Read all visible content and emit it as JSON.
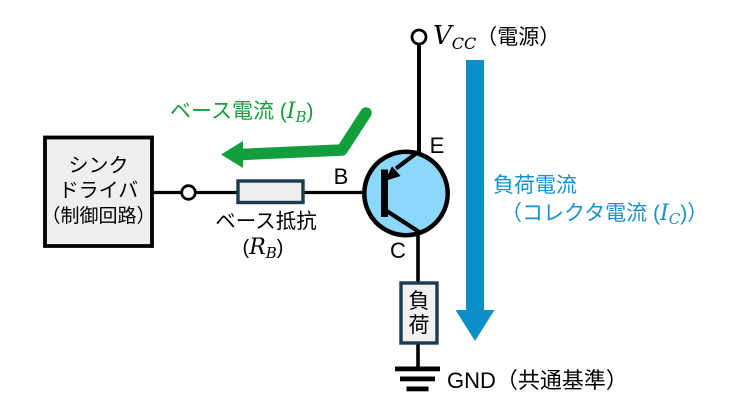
{
  "colors": {
    "green": "#129e3c",
    "blue": "#0a8fc9",
    "blue_text": "#1691ce",
    "transistor_fill": "#8cd8fa",
    "component_border": "#1a3c50",
    "component_fill": "#efefef",
    "wire": "#000000"
  },
  "driver_box": {
    "lines": [
      "シンク",
      "ドライバ",
      "（制御回路）"
    ]
  },
  "base_resistor": {
    "label": "ベース抵抗",
    "ref_pre": "(",
    "ref_sym": "R",
    "ref_sub": "B",
    "ref_post": ")"
  },
  "base_current": {
    "pre": "ベース電流 (",
    "sym": "I",
    "sub": "B",
    "post": ")"
  },
  "supply": {
    "sym": "V",
    "sub": "CC",
    "suffix": "（電源）"
  },
  "transistor": {
    "base": "B",
    "emitter": "E",
    "collector": "C"
  },
  "load_box": {
    "char1": "負",
    "char2": "荷"
  },
  "load_current": {
    "line1": "負荷電流",
    "line2_pre": "（コレクタ電流 (",
    "sym": "I",
    "sub": "C",
    "line2_post": ")）"
  },
  "ground": {
    "label": "GND（共通基準）"
  }
}
